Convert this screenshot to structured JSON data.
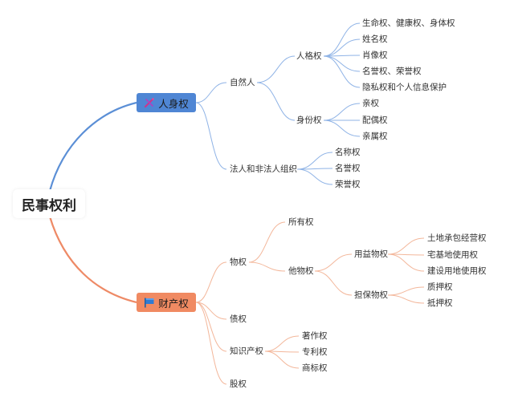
{
  "root": {
    "label": "民事权利"
  },
  "person": {
    "label": "人身权",
    "color": "#4f86d4",
    "natural": {
      "label": "自然人",
      "personality": {
        "label": "人格权",
        "items": [
          "生命权、健康权、身体权",
          "姓名权",
          "肖像权",
          "名誉权、荣誉权",
          "隐私权和个人信息保护"
        ]
      },
      "identity": {
        "label": "身份权",
        "items": [
          "亲权",
          "配偶权",
          "亲属权"
        ]
      }
    },
    "legal": {
      "label": "法人和非法人组织",
      "items": [
        "名称权",
        "名誉权",
        "荣誉权"
      ]
    }
  },
  "property": {
    "label": "财产权",
    "color": "#f08a62",
    "real": {
      "label": "物权",
      "own": "所有权",
      "other": {
        "label": "他物权",
        "usufruct": {
          "label": "用益物权",
          "items": [
            "土地承包经营权",
            "宅基地使用权",
            "建设用地使用权"
          ]
        },
        "security": {
          "label": "担保物权",
          "items": [
            "质押权",
            "抵押权"
          ]
        }
      }
    },
    "debt": "债权",
    "ip": {
      "label": "知识产权",
      "items": [
        "著作权",
        "专利权",
        "商标权"
      ]
    },
    "equity": "股权"
  }
}
